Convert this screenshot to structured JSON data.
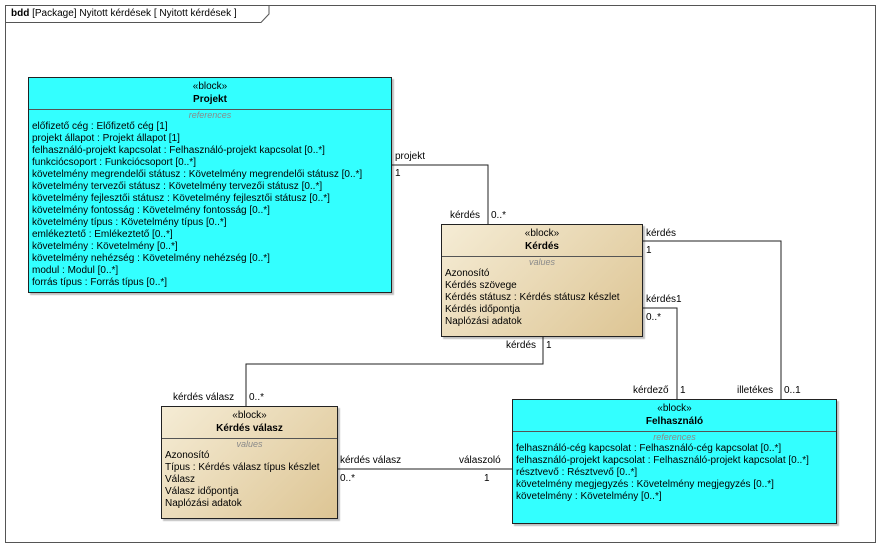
{
  "frame": {
    "kind": "bdd",
    "title": "[Package] Nyitott kérdések [ Nyitott kérdések ]"
  },
  "blocks": {
    "projekt": {
      "stereotype": "«block»",
      "name": "Projekt",
      "section": "references",
      "rows": [
        {
          "name": "előfizető cég",
          "type": " : Előfizető cég [1]"
        },
        {
          "name": "projekt állapot",
          "type": " : Projekt állapot [1]"
        },
        {
          "name": "felhasználó-projekt kapcsolat",
          "type": " : Felhasználó-projekt kapcsolat [0..*]"
        },
        {
          "name": "funkciócsoport",
          "type": " : Funkciócsoport [0..*]"
        },
        {
          "name": "követelmény megrendelői státusz",
          "type": " : Követelmény megrendelői státusz [0..*]"
        },
        {
          "name": "követelmény tervezői státusz",
          "type": " : Követelmény tervezői státusz [0..*]"
        },
        {
          "name": "követelmény fejlesztői státusz",
          "type": " : Követelmény fejlesztői státusz [0..*]"
        },
        {
          "name": "követelmény fontosság",
          "type": " : Követelmény fontosság [0..*]"
        },
        {
          "name": "követelmény típus",
          "type": " : Követelmény típus [0..*]"
        },
        {
          "name": "emlékeztető",
          "type": " : Emlékeztető [0..*]"
        },
        {
          "name": "követelmény",
          "type": " : Követelmény [0..*]"
        },
        {
          "name": "követelmény nehézség",
          "type": " : Követelmény nehézség [0..*]"
        },
        {
          "name": "modul",
          "type": " : Modul [0..*]"
        },
        {
          "name": "forrás típus",
          "type": " : Forrás típus [0..*]"
        }
      ]
    },
    "kerdes": {
      "stereotype": "«block»",
      "name": "Kérdés",
      "section": "values",
      "rows": [
        {
          "name": "Azonosító",
          "type": ""
        },
        {
          "name": "Kérdés szövege",
          "type": ""
        },
        {
          "name": "Kérdés státusz",
          "type": " : Kérdés státusz készlet"
        },
        {
          "name": "Kérdés időpontja",
          "type": ""
        },
        {
          "name": "Naplózási adatok",
          "type": ""
        }
      ]
    },
    "kerdes_valasz": {
      "stereotype": "«block»",
      "name": "Kérdés válasz",
      "section": "values",
      "rows": [
        {
          "name": "Azonosító",
          "type": ""
        },
        {
          "name": "Típus",
          "type": " : Kérdés válasz típus készlet"
        },
        {
          "name": "Válasz",
          "type": ""
        },
        {
          "name": "Válasz időpontja",
          "type": ""
        },
        {
          "name": "Naplózási adatok",
          "type": ""
        }
      ]
    },
    "felhasznalo": {
      "stereotype": "«block»",
      "name": "Felhasználó",
      "section": "references",
      "rows": [
        {
          "name": "felhasználó-cég kapcsolat",
          "type": " : Felhasználó-cég kapcsolat [0..*]"
        },
        {
          "name": "felhasználó-projekt kapcsolat",
          "type": " : Felhasználó-projekt kapcsolat [0..*]"
        },
        {
          "name": "résztvevő",
          "type": " : Résztvevő [0..*]"
        },
        {
          "name": "követelmény megjegyzés",
          "type": " : Követelmény megjegyzés [0..*]"
        },
        {
          "name": "követelmény",
          "type": " : Követelmény [0..*]"
        }
      ]
    }
  },
  "associations": {
    "projekt_kerdes": {
      "role_a": "projekt",
      "mult_a": "1",
      "role_b": "kérdés",
      "mult_b": "0..*"
    },
    "kerdes_valasz": {
      "role_a": "kérdés",
      "mult_a": "1",
      "role_b": "kérdés válasz",
      "mult_b": "0..*"
    },
    "kerdes_kerdezo": {
      "role_a": "kérdés1",
      "mult_a": "0..*",
      "role_b": "kérdező",
      "mult_b": "1"
    },
    "kerdes_illetekes": {
      "role_a": "kérdés",
      "mult_a": "1",
      "role_b": "illetékes",
      "mult_b": "0..1"
    },
    "valasz_valaszolo": {
      "role_a": "kérdés válasz",
      "mult_a": "0..*",
      "role_b": "válaszoló",
      "mult_b": "1"
    }
  },
  "colors": {
    "reference_block": "#33ffff",
    "value_block": "#e8d9b0",
    "section_label": "#8a8a8a"
  }
}
